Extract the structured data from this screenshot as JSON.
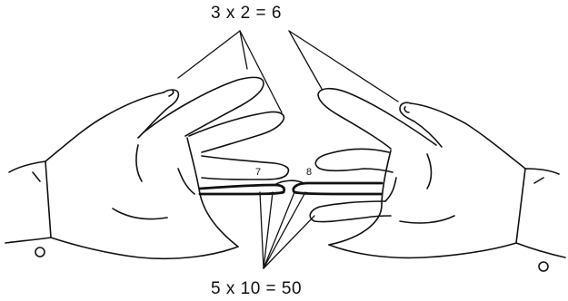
{
  "equations": {
    "top": "3 x 2 = 6",
    "bottom": "5 x 10 = 50"
  },
  "finger_labels": {
    "left": "7",
    "right": "8"
  }
}
